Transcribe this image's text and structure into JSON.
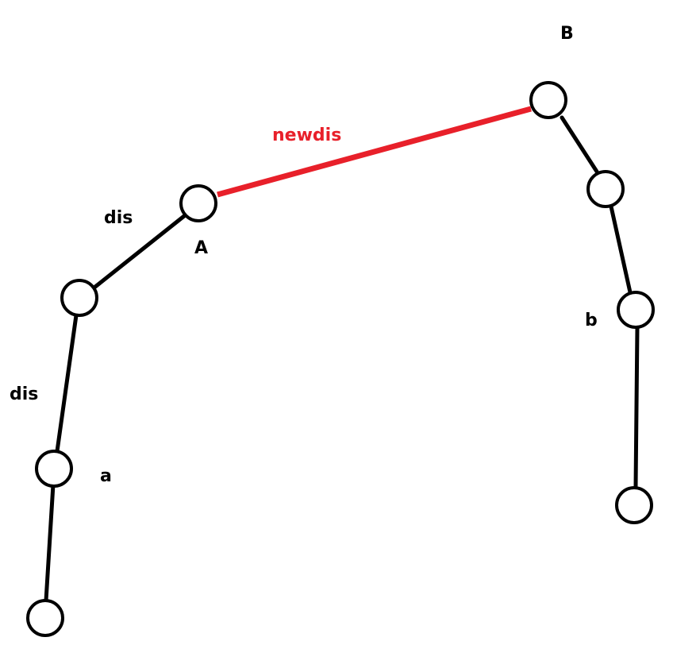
{
  "diagram": {
    "labels": {
      "B": "B",
      "newdis": "newdis",
      "dis_upper": "dis",
      "A": "A",
      "b": "b",
      "dis_lower": "dis",
      "a": "a"
    },
    "colors": {
      "node_stroke": "#000000",
      "edge": "#000000",
      "highlight_edge": "#e8202a",
      "label": "#000000",
      "highlight_label": "#e8202a",
      "background": "#ffffff"
    }
  }
}
